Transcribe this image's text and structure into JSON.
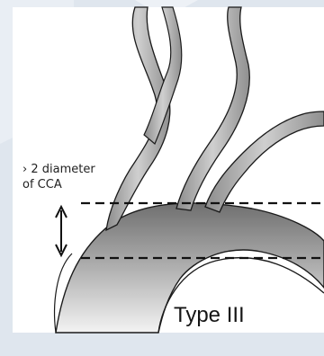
{
  "figure": {
    "annotation_line1": "› 2 diameter",
    "annotation_line2": "of CCA",
    "caption": "Type III"
  }
}
